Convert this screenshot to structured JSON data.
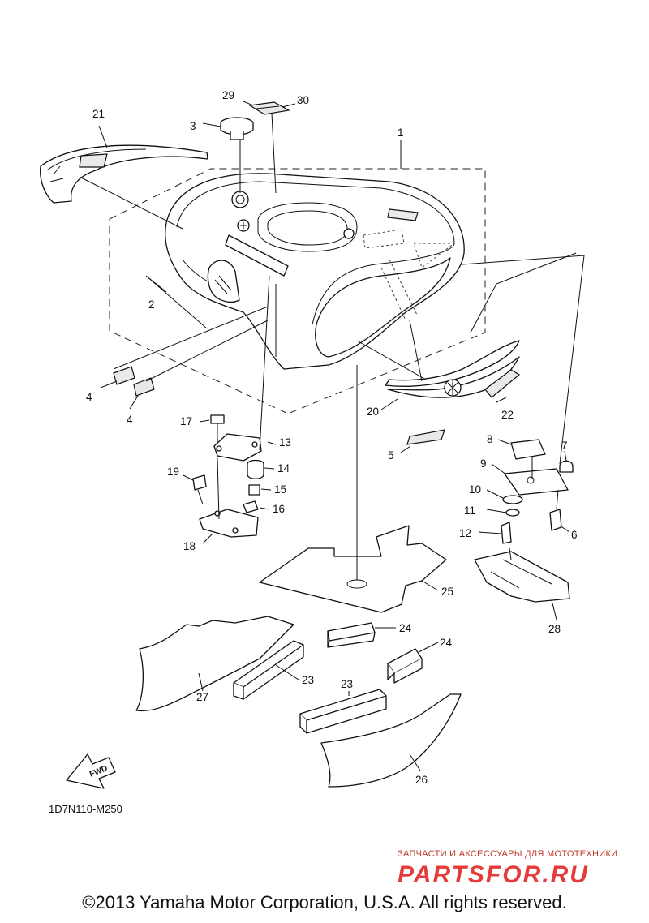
{
  "diagram": {
    "callouts": {
      "c1": "1",
      "c2": "2",
      "c3": "3",
      "c4a": "4",
      "c4b": "4",
      "c5": "5",
      "c6": "6",
      "c7": "7",
      "c8": "8",
      "c9": "9",
      "c10": "10",
      "c11": "11",
      "c12": "12",
      "c13": "13",
      "c14": "14",
      "c15": "15",
      "c16": "16",
      "c17": "17",
      "c18": "18",
      "c19": "19",
      "c20": "20",
      "c21": "21",
      "c22": "22",
      "c23a": "23",
      "c23b": "23",
      "c24a": "24",
      "c24b": "24",
      "c25": "25",
      "c26": "26",
      "c27": "27",
      "c28": "28",
      "c29": "29",
      "c30": "30"
    },
    "drawing_code": "1D7N110-M250",
    "fwd_label": "FWD"
  },
  "watermark": {
    "tagline": "ЗАПЧАСТИ И АКСЕССУАРЫ ДЛЯ МОТОТЕХНИКИ",
    "logo": "PARTSFOR.RU",
    "logo_color": "#e53b3b"
  },
  "footer": {
    "copyright": "©2013 Yamaha Motor Corporation, U.S.A. All rights reserved."
  }
}
